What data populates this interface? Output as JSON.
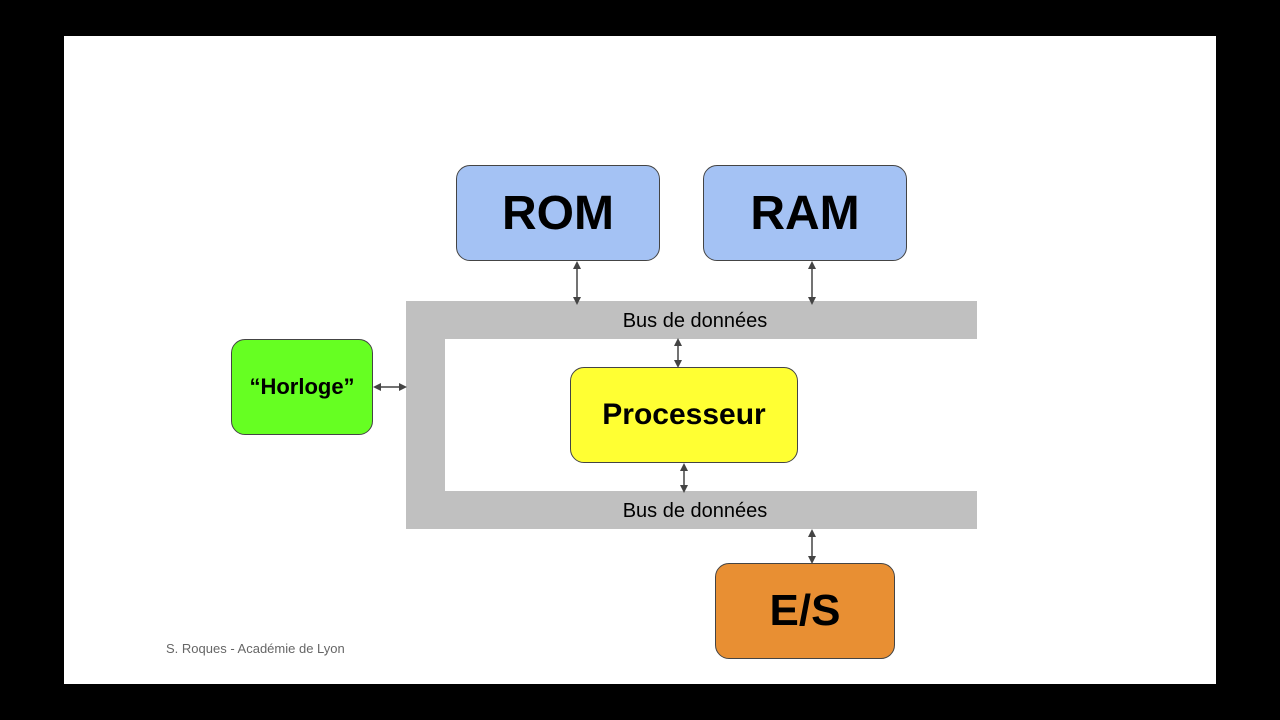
{
  "diagram": {
    "rom_label": "ROM",
    "ram_label": "RAM",
    "bus_top_label": "Bus de données",
    "bus_bottom_label": "Bus de données",
    "clock_label": "“Horloge”",
    "cpu_label": "Processeur",
    "io_label": "E/S"
  },
  "footer": {
    "credit": "S. Roques - Académie de Lyon"
  },
  "colors": {
    "memory": "#a4c2f4",
    "processor": "#ffff33",
    "clock": "#66ff22",
    "io": "#e88f33",
    "bus": "#c0c0c0"
  }
}
